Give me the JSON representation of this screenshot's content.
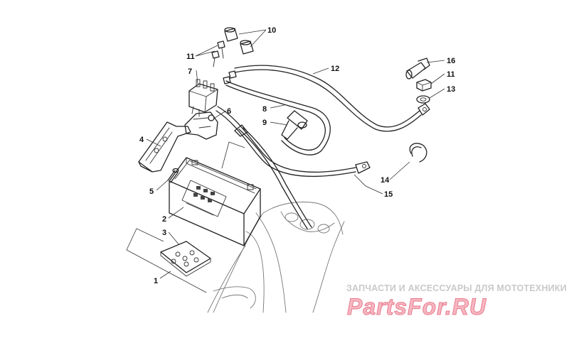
{
  "diagram": {
    "callouts": [
      "1",
      "2",
      "3",
      "4",
      "5",
      "6",
      "7",
      "8",
      "9",
      "10",
      "11",
      "11",
      "12",
      "13",
      "14",
      "15",
      "16"
    ]
  },
  "watermark": {
    "tagline": "ЗАПЧАСТИ И АКСЕССУАРЫ ДЛЯ МОТОТЕХНИКИ",
    "logo": "PartsFor.RU"
  },
  "colors": {
    "line": "#222222",
    "watermark_text": "#c9c9c9",
    "logo_fill": "#f6b8c2",
    "logo_stroke": "#e87a8e"
  }
}
